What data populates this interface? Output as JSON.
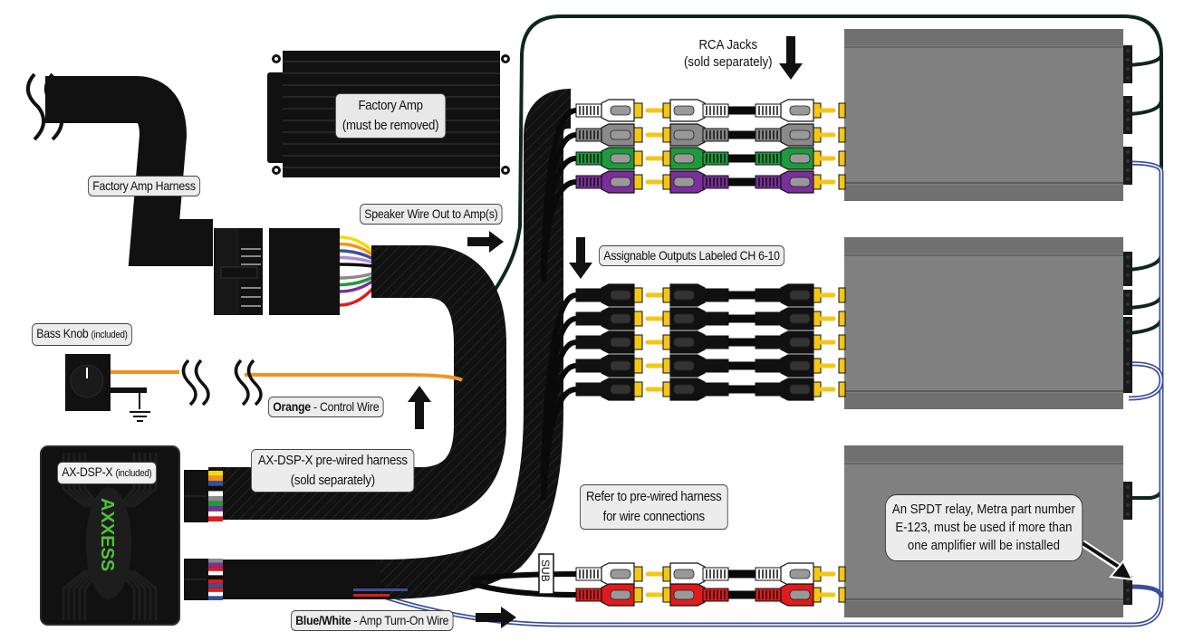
{
  "diagram": {
    "title": "AX-DSP-X wiring diagram",
    "labels": {
      "factory_amp": {
        "line1": "Factory Amp",
        "line2": "(must be removed)"
      },
      "factory_amp_harness": "Factory Amp Harness",
      "speaker_wire_out": "Speaker Wire Out to Amp(s)",
      "rca_jacks": {
        "line1": "RCA Jacks",
        "line2": "(sold separately)"
      },
      "assignable_outputs": "Assignable Outputs Labeled CH 6-10",
      "bass_knob": {
        "main": "Bass Knob",
        "note": "(included)"
      },
      "orange_wire": {
        "bold": "Orange",
        "rest": " - Control Wire"
      },
      "dsp_harness": {
        "line1": "AX-DSP-X pre-wired harness",
        "line2": "(sold separately)"
      },
      "dsp_unit": {
        "main": "AX-DSP-X",
        "note": "(included)"
      },
      "dsp_logo": "AXXESS",
      "refer_harness": {
        "line1": "Refer to pre-wired harness",
        "line2": "for wire connections"
      },
      "sub_tag": "SUB",
      "blue_white_wire": {
        "bold": "Blue/White",
        "rest": " - Amp Turn-On Wire"
      },
      "relay_note": {
        "line1": "An SPDT relay, Metra part number",
        "line2": "E-123, must be used if more than",
        "line3": "one amplifier will be installed"
      }
    },
    "rca_groups": {
      "top_colors": [
        "#ffffff",
        "#8a8a8a",
        "#1e9a3c",
        "#7a2f9a"
      ],
      "assignable_count": 5,
      "sub_colors": [
        "#ffffff",
        "#e01b1b"
      ]
    },
    "colors": {
      "amp_body": "#7f807f",
      "harness": "#111111",
      "speaker_wire": "#0d2620",
      "turn_on_wire": "#3a4f9c",
      "control_wire": "#f39220",
      "rca_tip": "#f5c518",
      "dsp_logo": "#4fc23a"
    },
    "harness_wire_colors": [
      "#f5d90a",
      "#f39220",
      "#3a4f9c",
      "#b08ad6",
      "#0d0d0d",
      "#ffffff",
      "#8a8a8a",
      "#1e9a3c",
      "#7a2f9a",
      "#ffffff",
      "#e01b1b"
    ]
  }
}
